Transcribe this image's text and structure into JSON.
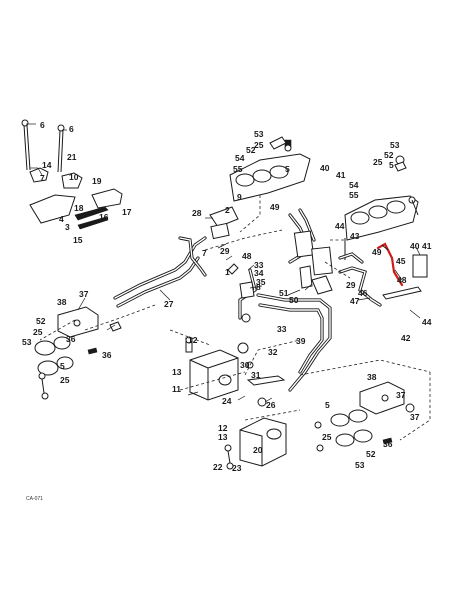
{
  "diagram": {
    "code": "CA-071",
    "highlight_color": "#d11919",
    "highlighted_part": "48",
    "callouts": [
      "6",
      "6",
      "14",
      "7",
      "21",
      "10",
      "19",
      "18",
      "16",
      "17",
      "4",
      "3",
      "15",
      "53",
      "25",
      "52",
      "54",
      "55",
      "5",
      "9",
      "28",
      "2",
      "7",
      "29",
      "48",
      "33",
      "34",
      "35",
      "27",
      "1",
      "11",
      "49",
      "50",
      "51",
      "8",
      "12",
      "13",
      "31",
      "30",
      "33",
      "32",
      "24",
      "26",
      "37",
      "38",
      "52",
      "25",
      "53",
      "5",
      "36",
      "25",
      "36",
      "40",
      "41",
      "55",
      "54",
      "5",
      "25",
      "52",
      "53",
      "49",
      "29",
      "44",
      "43",
      "39",
      "47",
      "46",
      "45",
      "41",
      "40",
      "48",
      "42",
      "44",
      "20",
      "22",
      "23",
      "12",
      "13",
      "38",
      "37",
      "37",
      "5",
      "25",
      "52",
      "53",
      "36"
    ]
  }
}
